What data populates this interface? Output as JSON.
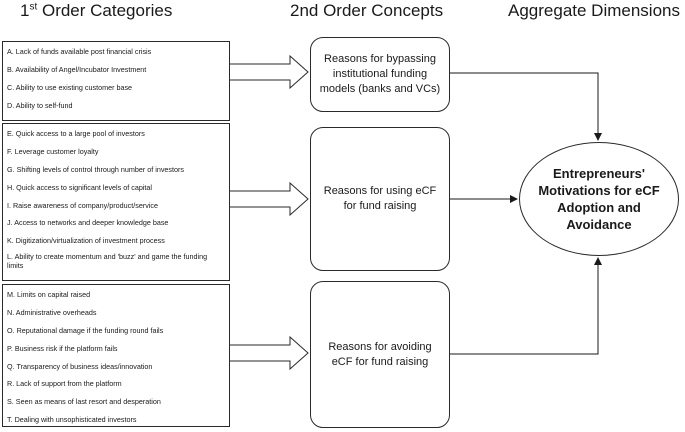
{
  "headers": {
    "first_order_prefix": "1",
    "first_order_superscript": "st",
    "first_order_rest": " Order Categories",
    "second_order": "2nd Order Concepts",
    "aggregate": "Aggregate Dimensions"
  },
  "category_groups": [
    {
      "items": [
        "A. Lack of funds available post financial crisis",
        "B. Availability of Angel/Incubator Investment",
        "C. Ability to use existing customer base",
        "D. Ability to self-fund"
      ]
    },
    {
      "items": [
        "E. Quick access to a large pool of investors",
        "F. Leverage customer loyalty",
        "G. Shifting levels of control through number of investors",
        "H. Quick access to significant levels of capital",
        "I. Raise awareness of company/product/service",
        "J. Access to networks and deeper knowledge base",
        "K. Digitization/virtualization of investment process",
        "L. Ability to create momentum and 'buzz' and game the funding limits"
      ]
    },
    {
      "items": [
        "M. Limits on capital raised",
        "N. Administrative overheads",
        "O. Reputational damage if the funding round fails",
        "P. Business risk if the platform fails",
        "Q. Transparency of business ideas/innovation",
        "R. Lack of support from the platform",
        "S. Seen as means of last resort and desperation",
        "T. Dealing with unsophisticated investors"
      ]
    }
  ],
  "concepts": [
    "Reasons for bypassing institutional funding models (banks and VCs)",
    "Reasons for using eCF for fund raising",
    "Reasons for avoiding eCF for fund raising"
  ],
  "aggregate_dimension": "Entrepreneurs' Motivations for eCF Adoption and Avoidance"
}
